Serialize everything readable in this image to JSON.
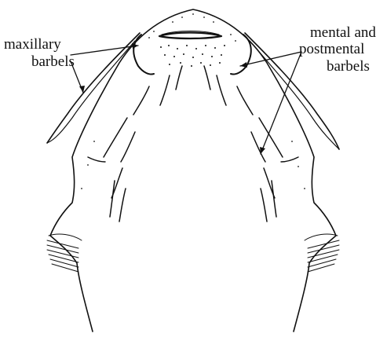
{
  "labels": {
    "maxillary_line1": "maxillary",
    "maxillary_line2": "barbels",
    "mental_line1": "mental and",
    "mental_line2": "postmental",
    "mental_line3": "barbels"
  }
}
